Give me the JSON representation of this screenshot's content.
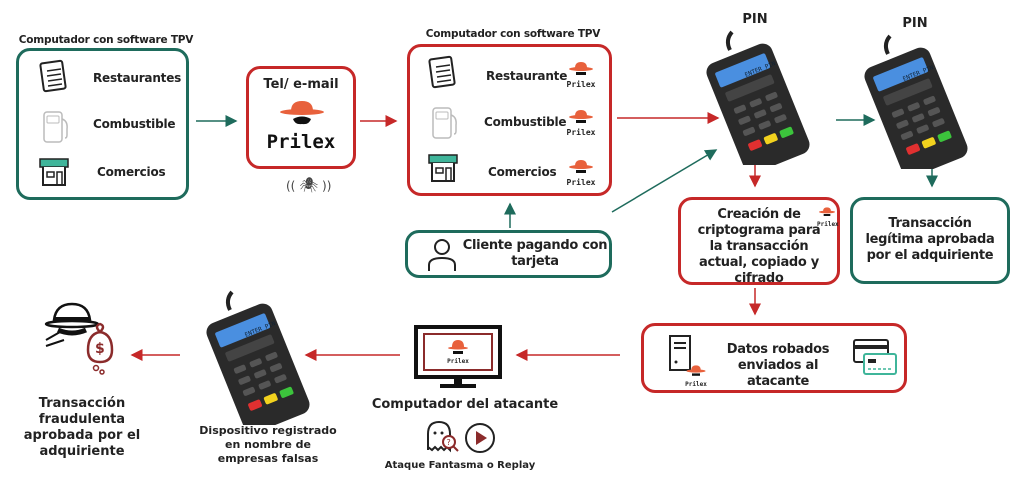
{
  "colors": {
    "teal": "#1e6b5c",
    "red": "#c62828",
    "hat": "#e8613c",
    "text": "#222222"
  },
  "pos_box_1": {
    "caption": "Computador con software TPV",
    "items": [
      {
        "label": "Restaurantes",
        "icon": "menu-clipboard-icon"
      },
      {
        "label": "Combustible",
        "icon": "fuel-pump-icon"
      },
      {
        "label": "Comercios",
        "icon": "store-icon"
      }
    ]
  },
  "infection_box": {
    "title": "Tel/ e-mail",
    "logo_text": "Prilex",
    "icon": "bug-icon"
  },
  "pos_box_2": {
    "caption": "Computador con software TPV",
    "items": [
      {
        "label": "Restaurante",
        "icon": "menu-clipboard-icon",
        "badge": "Prilex"
      },
      {
        "label": "Combustible",
        "icon": "fuel-pump-icon",
        "badge": "Prilex"
      },
      {
        "label": "Comercios",
        "icon": "store-icon",
        "badge": "Prilex"
      }
    ]
  },
  "pin_pad_1": {
    "label": "PIN",
    "screen": "ENTER PIN"
  },
  "pin_pad_2": {
    "label": "PIN",
    "screen": "ENTER PIN"
  },
  "client_box": {
    "text": "Cliente pagando con tarjeta",
    "icon": "user-icon"
  },
  "cryptogram_box": {
    "text": "Creación de criptograma para la transacción actual, copiado y cifrado",
    "badge": "Prilex"
  },
  "legit_box": {
    "text": "Transacción legítima aprobada por el adquiriente"
  },
  "stolen_box": {
    "text": "Datos robados enviados al atacante",
    "badge": "Prilex"
  },
  "attacker_pc": {
    "label": "Computador del atacante",
    "screen_badge": "Prilex",
    "attack_label": "Ataque Fantasma o Replay"
  },
  "fake_device": {
    "label": "Dispositivo registrado en nombre de empresas falsas",
    "screen": "ENTER PIN"
  },
  "fraud_result": {
    "label": "Transacción fraudulenta aprobada por el adquiriente"
  }
}
